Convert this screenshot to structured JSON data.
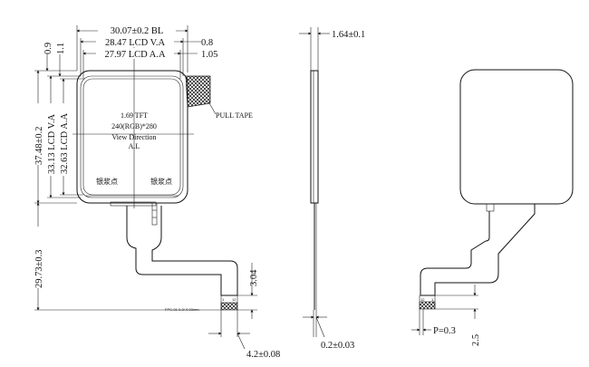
{
  "dimensions": {
    "bl_width": "30.07±0.2 BL",
    "lcd_va_width": "28.47 LCD V.A",
    "lcd_aa_width": "27.97 LCD A.A",
    "offset_va_right": "0.8",
    "offset_aa_right": "1.05",
    "top_offset_a": "0.9",
    "top_offset_b": "1.1",
    "overall_height": "37.48±0.2",
    "lcd_va_height": "33.13 LCD V.A",
    "lcd_aa_height": "32.63 LCD A.A",
    "fpc_length": "29.73±0.3",
    "fpc_tail": "3.04",
    "fpc_width": "4.2±0.08",
    "thickness": "1.64±0.1",
    "fpc_thickness": "0.2±0.03",
    "pitch": "P=0.3",
    "stiffener": "2.5"
  },
  "center_text": {
    "line1": "1.69 TFT",
    "line2": "240(RGB)*280",
    "line3": "View Direction",
    "line4": "A.L"
  },
  "labels": {
    "pull_tape": "PULL TAPE",
    "mark_left": "银浆点",
    "mark_right": "银浆点",
    "fpc_code": "FPC-01-0.2/-0.03mm",
    "pin_1": "1",
    "pin_12": "12",
    "pin_12_back": "12",
    "pin_1_back": "1"
  }
}
